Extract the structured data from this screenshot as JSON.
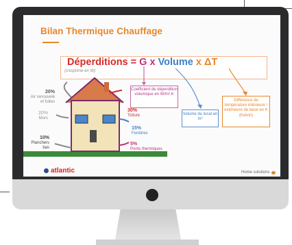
{
  "slide": {
    "title": "Bilan Thermique Chauffage",
    "formula": {
      "deperditions": "Déperditions",
      "equals": " = ",
      "g": "G",
      "x1": " x ",
      "volume": "Volume",
      "x2": " x ",
      "delta_t": "ΔT",
      "note": "(s'exprime en W)"
    },
    "coef_box": "Coefficient de déperdition volumique en W/m³.K",
    "volume_box": "Volume du local en m³",
    "diff_box": "Différence de température intérieure / extérieure de base en K (Kelvin)",
    "losses": [
      {
        "pct": "20%",
        "label": "Air renouvelé et fuites"
      },
      {
        "pct": "20%",
        "label": "Murs"
      },
      {
        "pct": "10%",
        "label": "Planchers bas"
      },
      {
        "pct": "30%",
        "label": "Toiture"
      },
      {
        "pct": "15%",
        "label": "Fenêtres"
      },
      {
        "pct": "5%",
        "label": "Ponts thermiques"
      }
    ],
    "brand": "atlantic",
    "footer_right": "Home solutions"
  },
  "colors": {
    "orange": "#e8862a",
    "red": "#d82a2a",
    "magenta": "#c3317a",
    "blue": "#3f7fc6",
    "green": "#3a8a3a",
    "bezel": "#2b2b2d"
  }
}
